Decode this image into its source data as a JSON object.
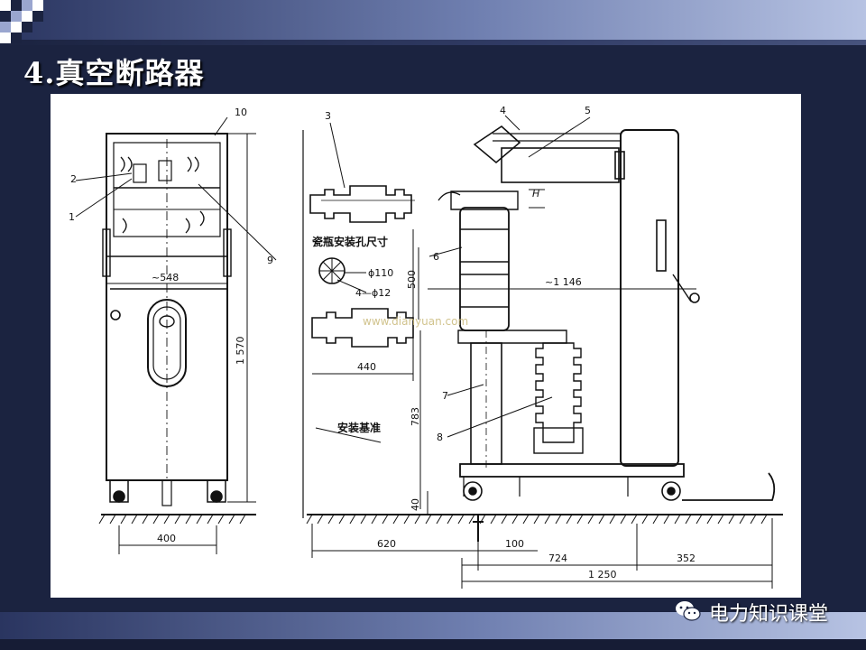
{
  "slide": {
    "title": "4.真空断路器",
    "colors": {
      "background": "#1b2340",
      "band_light": "#b7c3e3",
      "band_dark": "#2a3560",
      "panel": "#ffffff",
      "ink": "#111111"
    }
  },
  "diagram": {
    "part_numbers": [
      "1",
      "2",
      "3",
      "4",
      "5",
      "6",
      "7",
      "8",
      "9",
      "10"
    ],
    "dimensions": {
      "width_548": "~548",
      "height_1570": "1 570",
      "base_400": "400",
      "dim_500": "500",
      "dim_440": "440",
      "dim_783": "783",
      "dim_40": "40",
      "dim_620": "620",
      "dim_100": "100",
      "dim_724": "724",
      "dim_352": "352",
      "dim_1250": "1 250",
      "dim_1146": "~1 146",
      "hole_d110": "ϕ110",
      "hole_4d12": "4—ϕ12",
      "gap_h": "H"
    },
    "labels": {
      "insulator_holes": "瓷瓶安装孔尺寸",
      "install_base": "安装基准"
    },
    "watermark_url": "www.dianyuan.com"
  },
  "footer": {
    "brand": "电力知识课堂",
    "brand_icon": "wechat-icon"
  }
}
